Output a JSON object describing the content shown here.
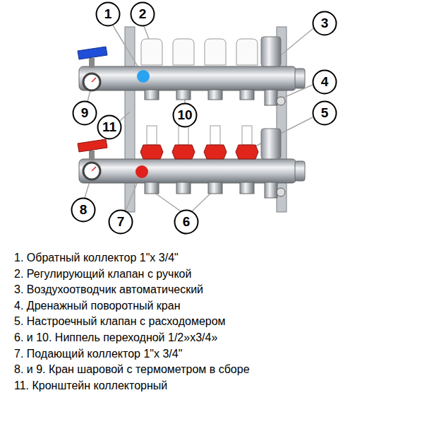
{
  "diagram": {
    "nodes": [
      {
        "text": [
          "1"
        ]
      },
      {
        "text": [
          "2"
        ]
      },
      {
        "text": [
          "3"
        ]
      },
      {
        "text": [
          "4"
        ]
      },
      {
        "text": [
          "9"
        ]
      },
      {
        "text": [
          "5"
        ]
      },
      {
        "text": [
          "10"
        ]
      },
      {
        "text": [
          "11"
        ]
      },
      {
        "text": [
          "8"
        ]
      },
      {
        "text": [
          "7"
        ]
      },
      {
        "text": [
          "6"
        ]
      }
    ],
    "labels": [
      "1. Обратный коллектор 1\"х 3/4\"",
      "2. Регулирующий клапан с ручкой",
      "3. Воздухоотводчик автоматический",
      "4. Дренажный поворотный кран",
      "5. Настроечный клапан с расходомером",
      "6. и 10. Ниппель переходной 1/2»х3/4»",
      "7. Подающий коллектор 1\"х 3/4\"",
      "8. и 9. Кран шаровой с термометром в сборе",
      "11. Кронштейн коллекторный"
    ]
  }
}
